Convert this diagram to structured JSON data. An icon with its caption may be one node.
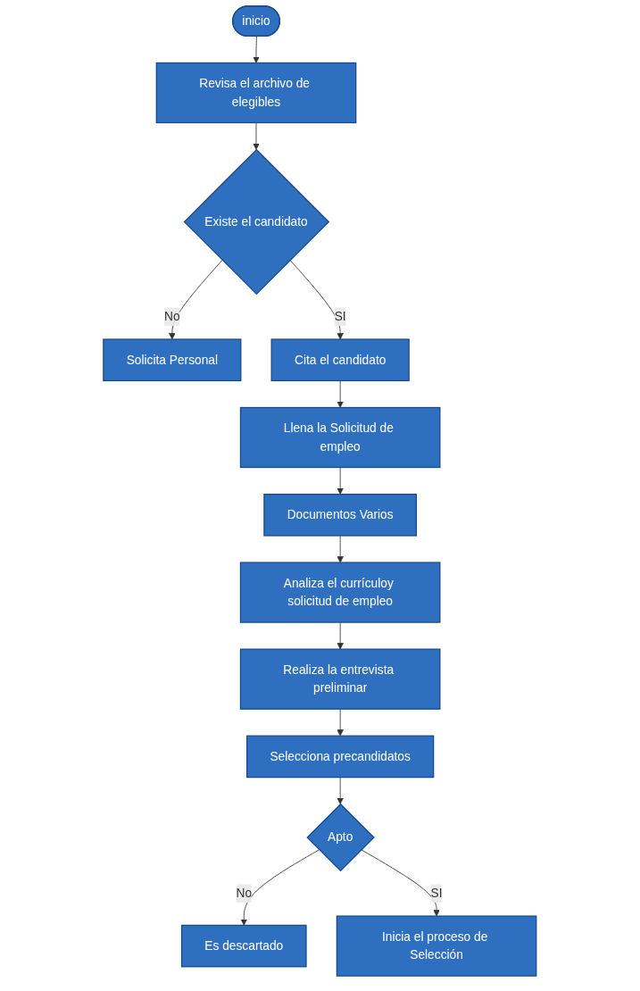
{
  "diagram": {
    "nodes": [
      {
        "text": [
          "inicio"
        ]
      },
      {
        "text": [
          "Revisa el archivo de elegibles"
        ]
      },
      {
        "text": [
          "Existe el candidato"
        ]
      },
      {
        "text": [
          "Solicita Personal"
        ]
      },
      {
        "text": [
          "Cita el candidato"
        ]
      },
      {
        "text": [
          "Llena la Solicitud de empleo"
        ]
      },
      {
        "text": [
          "Documentos Varios"
        ]
      },
      {
        "text": [
          "Analiza el currículoy solicitud de empleo"
        ]
      },
      {
        "text": [
          "Realiza la entrevista preliminar"
        ]
      },
      {
        "text": [
          "Selecciona precandidatos"
        ]
      },
      {
        "text": [
          "Apto"
        ]
      },
      {
        "text": [
          "Es descartado"
        ]
      },
      {
        "text": [
          "Inicia el proceso de Selección"
        ]
      }
    ],
    "edges": [
      {
        "from": 0,
        "to": 1,
        "arrow": "to"
      },
      {
        "from": 1,
        "to": 2,
        "arrow": "to"
      },
      {
        "from": 2,
        "to": 3,
        "arrow": "to",
        "label": "No"
      },
      {
        "from": 2,
        "to": 4,
        "arrow": "to",
        "label": "SI"
      },
      {
        "from": 4,
        "to": 5,
        "arrow": "to"
      },
      {
        "from": 5,
        "to": 6,
        "arrow": "to"
      },
      {
        "from": 6,
        "to": 7,
        "arrow": "to"
      },
      {
        "from": 7,
        "to": 8,
        "arrow": "to"
      },
      {
        "from": 8,
        "to": 9,
        "arrow": "to"
      },
      {
        "from": 9,
        "to": 10,
        "arrow": "to"
      },
      {
        "from": 10,
        "to": 11,
        "arrow": "to",
        "label": "No"
      },
      {
        "from": 10,
        "to": 12,
        "arrow": "to",
        "label": "SI"
      }
    ]
  }
}
